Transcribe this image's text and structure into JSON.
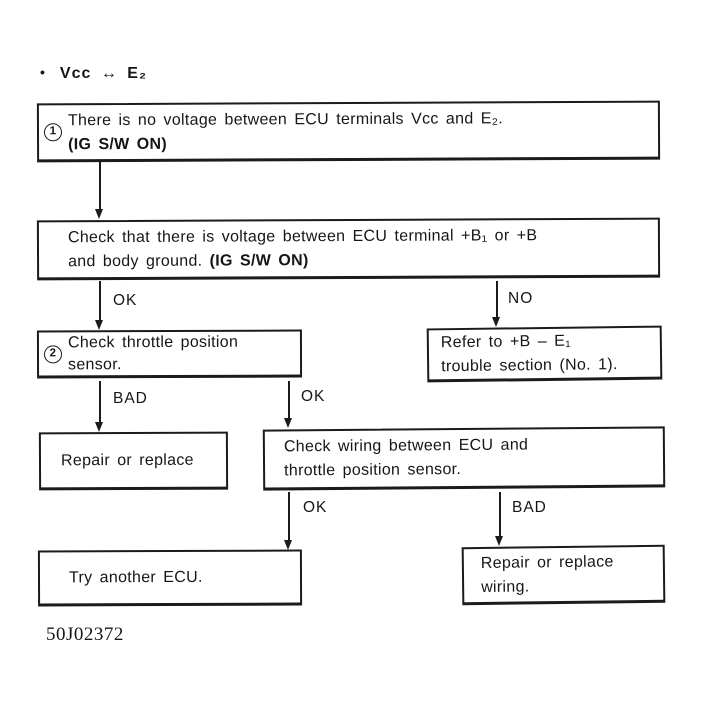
{
  "page": {
    "title_bullet": "•",
    "title": "Vcc ↔ E₂",
    "footer_code": "50J02372"
  },
  "nodes": {
    "no_voltage": {
      "step": "1",
      "line1": "There is no voltage between ECU terminals Vcc and E₂.",
      "line2_bold": "(IG S/W ON)"
    },
    "check_voltage": {
      "line1": "Check that there is voltage between ECU terminal +B₁ or +B",
      "line2": "and body ground.",
      "line2_bold": "(IG S/W ON)"
    },
    "check_throttle": {
      "step": "2",
      "line1": "Check throttle position",
      "line2": "sensor."
    },
    "refer_trouble": {
      "line1": "Refer to +B – E₁",
      "line2": "trouble section (No. 1)."
    },
    "repair_replace": {
      "line1": "Repair or replace"
    },
    "check_wiring": {
      "line1": "Check wiring between ECU and",
      "line2": "throttle position sensor."
    },
    "try_ecu": {
      "line1": "Try another ECU."
    },
    "repair_wiring": {
      "line1": "Repair or replace",
      "line2": "wiring."
    }
  },
  "edge_labels": {
    "ok_1": "OK",
    "no_1": "NO",
    "bad_1": "BAD",
    "ok_2": "OK",
    "ok_3": "OK",
    "bad_2": "BAD"
  },
  "colors": {
    "ink": "#1b1b1b",
    "paper": "#ffffff"
  }
}
